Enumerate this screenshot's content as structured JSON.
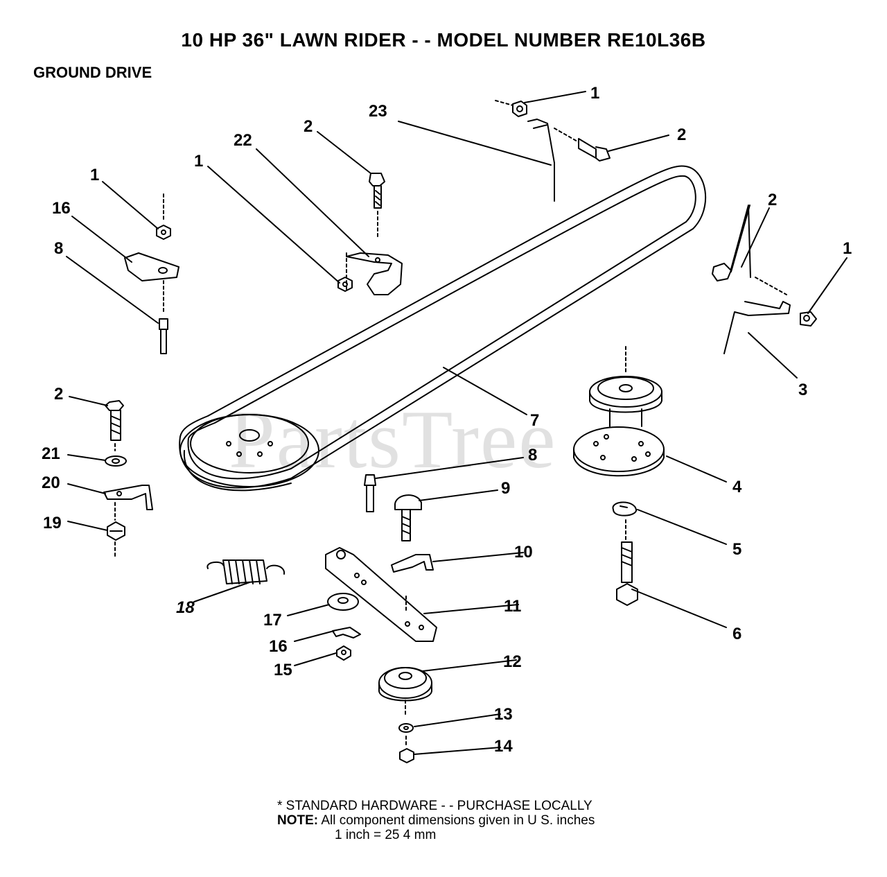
{
  "title": "10 HP 36\" LAWN RIDER - - MODEL NUMBER RE10L36B",
  "section": "GROUND DRIVE",
  "watermark": "PartsTree",
  "callouts": [
    {
      "id": "c1a",
      "label": "1"
    },
    {
      "id": "c23",
      "label": "23"
    },
    {
      "id": "c2a",
      "label": "2"
    },
    {
      "id": "c2b",
      "label": "2"
    },
    {
      "id": "c22",
      "label": "22"
    },
    {
      "id": "c1b",
      "label": "1"
    },
    {
      "id": "c1c",
      "label": "1"
    },
    {
      "id": "c16a",
      "label": "16"
    },
    {
      "id": "c8a",
      "label": "8"
    },
    {
      "id": "c2c",
      "label": "2"
    },
    {
      "id": "c1d",
      "label": "1"
    },
    {
      "id": "c3",
      "label": "3"
    },
    {
      "id": "c7",
      "label": "7"
    },
    {
      "id": "c2d",
      "label": "2"
    },
    {
      "id": "c21",
      "label": "21"
    },
    {
      "id": "c20",
      "label": "20"
    },
    {
      "id": "c19",
      "label": "19"
    },
    {
      "id": "c8b",
      "label": "8"
    },
    {
      "id": "c9",
      "label": "9"
    },
    {
      "id": "c4",
      "label": "4"
    },
    {
      "id": "c5",
      "label": "5"
    },
    {
      "id": "c10",
      "label": "10"
    },
    {
      "id": "c18",
      "label": "18"
    },
    {
      "id": "c11",
      "label": "11"
    },
    {
      "id": "c17",
      "label": "17"
    },
    {
      "id": "c6",
      "label": "6"
    },
    {
      "id": "c16b",
      "label": "16"
    },
    {
      "id": "c15",
      "label": "15"
    },
    {
      "id": "c12",
      "label": "12"
    },
    {
      "id": "c13",
      "label": "13"
    },
    {
      "id": "c14",
      "label": "14"
    }
  ],
  "footer": {
    "line1": "* STANDARD HARDWARE - - PURCHASE LOCALLY",
    "note_label": "NOTE:",
    "note_text": "All component dimensions given in U S. inches",
    "line3": "1 inch = 25 4 mm"
  }
}
